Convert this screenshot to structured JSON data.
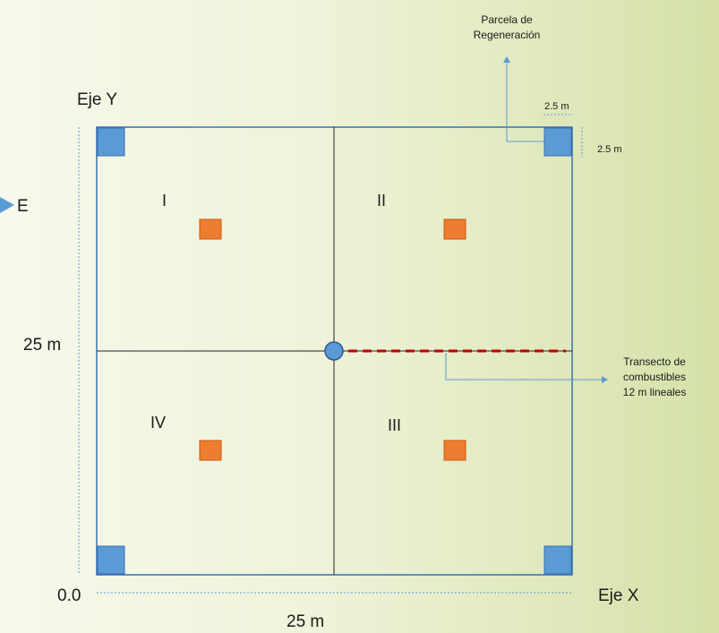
{
  "colors": {
    "background_light": "#f4f7e9",
    "background_green": "#d6e2ac",
    "plot_border": "#3a6fb0",
    "divider": "#222222",
    "regeneration_plot": "#5b9bd5",
    "sample_plot": "#ed7d31",
    "transect": "#c00000",
    "leader_line": "#5b9bd5"
  },
  "labels": {
    "eje_y": "Eje Y",
    "eje_x": "Eje X",
    "origin": "0.0",
    "side_y": "25 m",
    "side_x": "25 m",
    "north_marker": "E",
    "corner_width": "2.5 m",
    "corner_height": "2.5 m"
  },
  "quadrants": [
    {
      "id": "I",
      "label": "I"
    },
    {
      "id": "II",
      "label": "II"
    },
    {
      "id": "III",
      "label": "III"
    },
    {
      "id": "IV",
      "label": "IV"
    }
  ],
  "callouts": {
    "regeneration": [
      "Parcela de",
      "Regeneración"
    ],
    "transect": [
      "Transecto de",
      "combustibles",
      "12 m lineales"
    ]
  }
}
